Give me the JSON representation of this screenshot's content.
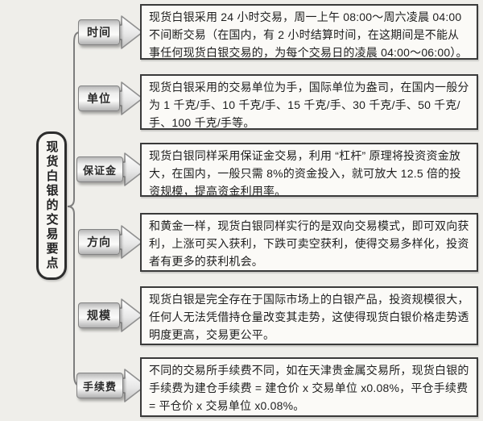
{
  "diagram": {
    "root": {
      "label": "现货白银的交易要点"
    },
    "branches": [
      {
        "tag": "时间",
        "text": "现货白银采用 24 小时交易，周一上午 08:00～周六凌晨 04:00 不间断交易（在国内，有 2 小时结算时间，在这期间是不能从事任何现货白银交易的，为每个交易日的凌晨 04:00～06:00）。"
      },
      {
        "tag": "单位",
        "text": "现货白银采用的交易单位为手，国际单位为盎司，在国内一般分为 1 千克/手、10 千克/手、15 千克/手、30 千克/手、50 千克/手、100 千克/手等。"
      },
      {
        "tag": "保证金",
        "text": "现货白银同样采用保证金交易，利用 “杠杆” 原理将投资资金放大，在国内，一般只需 8%的资金投入，就可放大 12.5 倍的投资规模，提高资金利用率。"
      },
      {
        "tag": "方向",
        "text": "和黄金一样，现货白银同样实行的是双向交易模式，即可双向获利，上涨可买入获利，下跌可卖空获利，使得交易多样化，投资者有更多的获利机会。"
      },
      {
        "tag": "规模",
        "text": "现货白银是完全存在于国际市场上的白银产品，投资规模很大，任何人无法凭借持仓量改变其走势，这使得现货白银价格走势透明度更高，交易更公平。"
      },
      {
        "tag": "手续费",
        "text": "不同的交易所手续费不同，如在天津贵金属交易所，现货白银的手续费为建仓手续费 = 建仓价 x 交易单位 x0.08%，平仓手续费 = 平仓价 x 交易单位 x0.08%。"
      }
    ],
    "colors": {
      "background": "#efeeea",
      "box_border": "#3a3a3a",
      "connector_line": "#7d7d7d",
      "tag_fill_light": "#fbfbfa",
      "tag_fill_dark": "#b3b3b3",
      "text": "#1e1e1e"
    }
  }
}
